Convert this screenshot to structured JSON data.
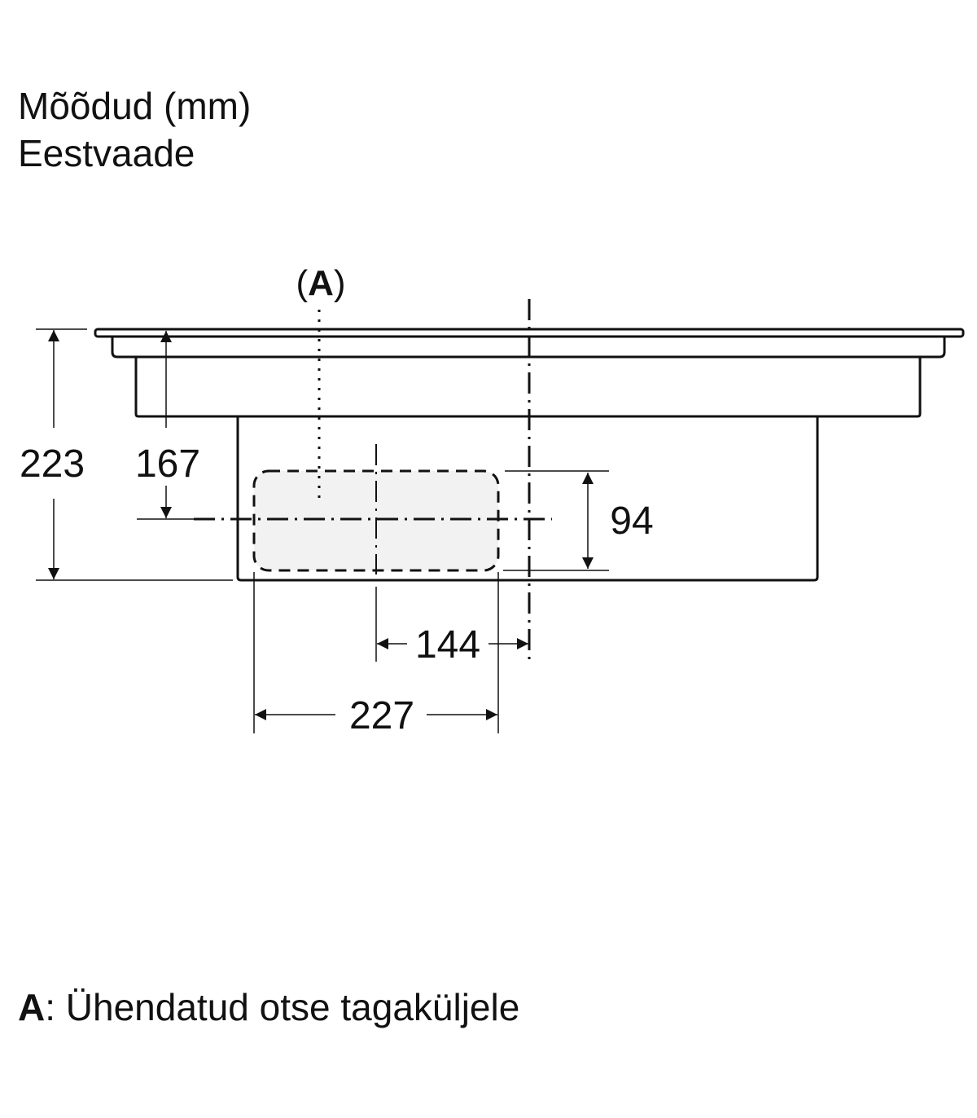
{
  "title": "Mõõdud (mm)",
  "subtitle": "Eestvaade",
  "callout": {
    "open": "(",
    "letter": "A",
    "close": ")"
  },
  "dimensions": {
    "total_height": "223",
    "connection_height": "167",
    "duct_height": "94",
    "offset_to_center": "144",
    "duct_width": "227"
  },
  "legend": {
    "key": "A",
    "separator": ":",
    "text": " Ühendatud otse tagaküljele"
  },
  "colors": {
    "line": "#111111",
    "duct_fill": "#f2f2f2"
  }
}
